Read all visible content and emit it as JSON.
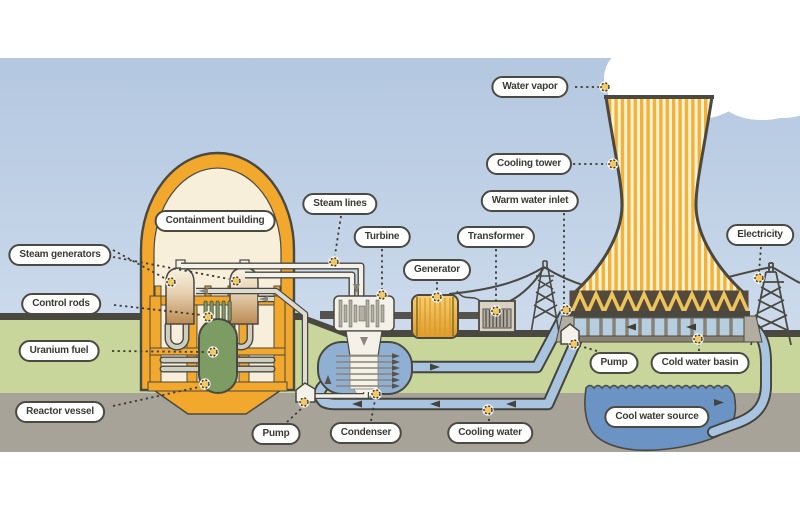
{
  "diagram_subject": "nuclear power plant cycle",
  "labels": {
    "water_vapor": "Water vapor",
    "cooling_tower": "Cooling tower",
    "warm_water_inlet": "Warm water inlet",
    "steam_lines": "Steam lines",
    "containment_building": "Containment building",
    "turbine": "Turbine",
    "transformer": "Transformer",
    "electricity": "Electricity",
    "generator": "Generator",
    "steam_generators": "Steam generators",
    "control_rods": "Control rods",
    "uranium_fuel": "Uranium fuel",
    "reactor_vessel": "Reactor vessel",
    "pump_primary": "Pump",
    "condenser": "Condenser",
    "cooling_water": "Cooling water",
    "pump_cooling": "Pump",
    "cold_water_basin": "Cold water basin",
    "cool_water_source": "Cool water source"
  },
  "colors": {
    "sky_top": "#b3c7e0",
    "sky_bottom": "#cddbec",
    "grass": "#c8d69b",
    "earth": "#a8a399",
    "outline": "#4a4941",
    "containment_orange": "#f2a82d",
    "containment_interior": "#f8efda",
    "reactor_green": "#7d9c64",
    "steam_generator_tan": "#bb8a52",
    "tower_stripe": "#f2b13a",
    "tower_stripe_light": "#fdf2cf",
    "pond_blue": "#6b94c4",
    "pipe_blue": "#a9c4e0",
    "condenser_blue": "#8fb0d3",
    "basin_blue": "#b5cee0",
    "generator_orange": "#e9a82e",
    "node_dot": "#f3c968",
    "label_border": "#4b4a42",
    "label_text": "#3b3a33"
  }
}
